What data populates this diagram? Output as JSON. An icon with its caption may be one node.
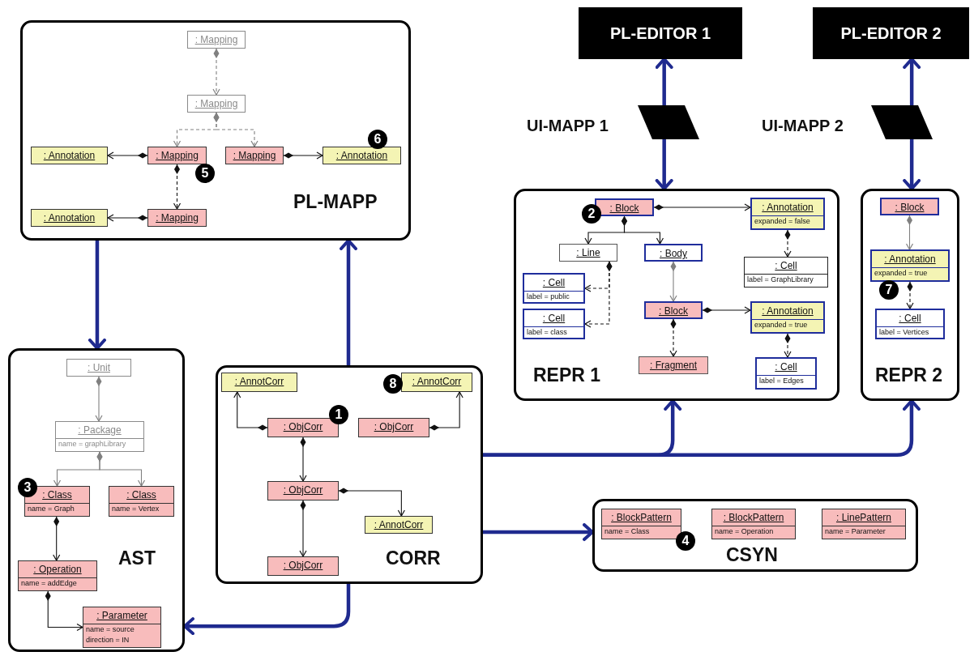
{
  "diagram": {
    "nodes": [
      {
        "text": [
          "PL-MAPP"
        ]
      },
      {
        "text": [
          ": Mapping"
        ],
        "in": 0
      },
      {
        "text": [
          ": Mapping"
        ],
        "in": 0
      },
      {
        "text": [
          ": Annotation"
        ],
        "in": 0
      },
      {
        "text": [
          ": Mapping"
        ],
        "in": 0
      },
      {
        "text": [
          ": Mapping"
        ],
        "in": 0
      },
      {
        "text": [
          ": Annotation"
        ],
        "in": 0
      },
      {
        "text": [
          ": Annotation"
        ],
        "in": 0
      },
      {
        "text": [
          ": Mapping"
        ],
        "in": 0
      },
      {
        "text": [
          "PL-EDITOR 1"
        ]
      },
      {
        "text": [
          "PL-EDITOR 2"
        ]
      },
      {
        "text": [],
        "shape": "parallelogram",
        "beside": [
          "UI-MAPP 1"
        ]
      },
      {
        "text": [],
        "shape": "parallelogram",
        "beside": [
          "UI-MAPP 2"
        ]
      },
      {
        "text": [
          "REPR 1"
        ]
      },
      {
        "text": [
          ": Block"
        ],
        "in": 13
      },
      {
        "text": [
          ": Annotation",
          "expanded = false"
        ],
        "in": 13
      },
      {
        "text": [
          ": Line"
        ],
        "in": 13
      },
      {
        "text": [
          ": Body"
        ],
        "in": 13
      },
      {
        "text": [
          ": Cell",
          "label = GraphLibrary"
        ],
        "in": 13
      },
      {
        "text": [
          ": Cell",
          "label = public"
        ],
        "in": 13
      },
      {
        "text": [
          ": Cell",
          "label = class"
        ],
        "in": 13
      },
      {
        "text": [
          ": Block"
        ],
        "in": 13
      },
      {
        "text": [
          ": Annotation",
          "expanded = true"
        ],
        "in": 13
      },
      {
        "text": [
          ": Fragment"
        ],
        "in": 13
      },
      {
        "text": [
          ": Cell",
          "label = Edges"
        ],
        "in": 13
      },
      {
        "text": [
          "REPR 2"
        ]
      },
      {
        "text": [
          ": Block"
        ],
        "in": 25
      },
      {
        "text": [
          ": Annotation",
          "expanded = true"
        ],
        "in": 25
      },
      {
        "text": [
          ": Cell",
          "label = Vertices"
        ],
        "in": 25
      },
      {
        "text": [
          "AST"
        ]
      },
      {
        "text": [
          ": Unit"
        ],
        "in": 29
      },
      {
        "text": [
          ": Package",
          "name = graphLibrary"
        ],
        "in": 29
      },
      {
        "text": [
          ": Class",
          "name = Graph"
        ],
        "in": 29
      },
      {
        "text": [
          ": Class",
          "name = Vertex"
        ],
        "in": 29
      },
      {
        "text": [
          ": Operation",
          "name = addEdge"
        ],
        "in": 29
      },
      {
        "text": [
          ": Parameter",
          "name = source",
          "direction = IN"
        ],
        "in": 29
      },
      {
        "text": [
          "CORR"
        ]
      },
      {
        "text": [
          ": AnnotCorr"
        ],
        "in": 36
      },
      {
        "text": [
          ": AnnotCorr"
        ],
        "in": 36
      },
      {
        "text": [
          ": ObjCorr"
        ],
        "in": 36
      },
      {
        "text": [
          ": ObjCorr"
        ],
        "in": 36
      },
      {
        "text": [
          ": ObjCorr"
        ],
        "in": 36
      },
      {
        "text": [
          ": AnnotCorr"
        ],
        "in": 36
      },
      {
        "text": [
          ": ObjCorr"
        ],
        "in": 36
      },
      {
        "text": [
          "CSYN"
        ]
      },
      {
        "text": [
          ": BlockPattern",
          "name = Class"
        ],
        "in": 44
      },
      {
        "text": [
          ": BlockPattern",
          "name = Operation"
        ],
        "in": 44
      },
      {
        "text": [
          ": LinePattern",
          "name = Parameter"
        ],
        "in": 44
      }
    ],
    "edges": [
      {
        "from": 1,
        "to": 2,
        "arrow": "to",
        "style": "dashed",
        "color": "#808080"
      },
      {
        "from": 2,
        "to": 4,
        "arrow": "to",
        "style": "dashed",
        "color": "#808080"
      },
      {
        "from": 2,
        "to": 5,
        "arrow": "to",
        "style": "dashed",
        "color": "#808080"
      },
      {
        "from": 4,
        "to": 3,
        "arrow": "to"
      },
      {
        "from": 5,
        "to": 6,
        "arrow": "to"
      },
      {
        "from": 4,
        "to": 8,
        "arrow": "to",
        "style": "dashed"
      },
      {
        "from": 8,
        "to": 7,
        "arrow": "to"
      },
      {
        "from": 14,
        "to": 15,
        "arrow": "to"
      },
      {
        "from": 14,
        "to": 16,
        "arrow": "to"
      },
      {
        "from": 14,
        "to": 17,
        "arrow": "to"
      },
      {
        "from": 15,
        "to": 18,
        "arrow": "to",
        "style": "dashed"
      },
      {
        "from": 16,
        "to": 19,
        "arrow": "to",
        "style": "dashed"
      },
      {
        "from": 16,
        "to": 20,
        "arrow": "to",
        "style": "dashed"
      },
      {
        "from": 17,
        "to": 21,
        "arrow": "to",
        "color": "#808080"
      },
      {
        "from": 21,
        "to": 22,
        "arrow": "to"
      },
      {
        "from": 21,
        "to": 23,
        "arrow": "to",
        "style": "dashed"
      },
      {
        "from": 22,
        "to": 24,
        "arrow": "to",
        "style": "dashed"
      },
      {
        "from": 26,
        "to": 27,
        "arrow": "to",
        "color": "#808080"
      },
      {
        "from": 27,
        "to": 28,
        "arrow": "to",
        "style": "dashed"
      },
      {
        "from": 30,
        "to": 31,
        "arrow": "to",
        "color": "#808080"
      },
      {
        "from": 31,
        "to": 32,
        "arrow": "to",
        "color": "#808080"
      },
      {
        "from": 31,
        "to": 33,
        "arrow": "to",
        "color": "#808080"
      },
      {
        "from": 32,
        "to": 34,
        "arrow": "to"
      },
      {
        "from": 34,
        "to": 35,
        "arrow": "to"
      },
      {
        "from": 39,
        "to": 37,
        "arrow": "to"
      },
      {
        "from": 40,
        "to": 38,
        "arrow": "to"
      },
      {
        "from": 39,
        "to": 41,
        "arrow": "to"
      },
      {
        "from": 41,
        "to": 42,
        "arrow": "to"
      },
      {
        "from": 41,
        "to": 43,
        "arrow": "to"
      },
      {
        "from": 0,
        "to": 29,
        "arrow": "to",
        "style": "thick",
        "color": "#1f2a8f"
      },
      {
        "from": 36,
        "to": 0,
        "arrow": "to",
        "style": "thick",
        "color": "#1f2a8f"
      },
      {
        "from": 36,
        "to": 29,
        "arrow": "to",
        "style": "thick",
        "color": "#1f2a8f"
      },
      {
        "from": 36,
        "to": 44,
        "arrow": "to",
        "style": "thick",
        "color": "#1f2a8f"
      },
      {
        "from": 36,
        "to": 13,
        "arrow": "to",
        "style": "thick",
        "color": "#1f2a8f"
      },
      {
        "from": 36,
        "to": 25,
        "arrow": "to",
        "style": "thick",
        "color": "#1f2a8f"
      },
      {
        "from": 11,
        "to": 9,
        "arrow": "to",
        "style": "thick",
        "color": "#1f2a8f"
      },
      {
        "from": 11,
        "to": 13,
        "arrow": "to",
        "style": "thick",
        "color": "#1f2a8f"
      },
      {
        "from": 12,
        "to": 10,
        "arrow": "to",
        "style": "thick",
        "color": "#1f2a8f"
      },
      {
        "from": 12,
        "to": 25,
        "arrow": "to",
        "style": "thick",
        "color": "#1f2a8f"
      }
    ],
    "labels": [
      "6",
      "5",
      "2",
      "7",
      "8",
      "1",
      "3",
      "4"
    ]
  }
}
